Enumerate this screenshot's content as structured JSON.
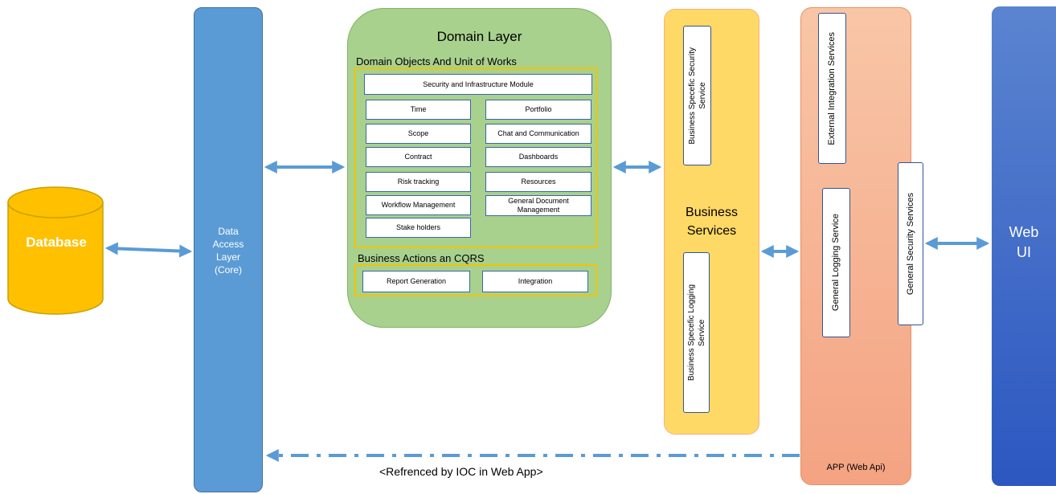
{
  "database": {
    "label": "Database"
  },
  "data_access_layer": {
    "label": "Data\nAccess\nLayer\n(Core)"
  },
  "domain_layer": {
    "title": "Domain Layer",
    "domain_objects": {
      "title": "Domain Objects And Unit of Works",
      "top_module": "Security and Infrastructure Module",
      "left_modules": [
        "Time",
        "Scope",
        "Contract",
        "Risk tracking",
        "Workflow Management",
        "Stake holders"
      ],
      "right_modules": [
        "Portfolio",
        "Chat and Communication",
        "Dashboards",
        "Resources",
        "General Document Management"
      ]
    },
    "business_actions": {
      "title": "Business Actions an CQRS",
      "modules": [
        "Report Generation",
        "Integration"
      ]
    }
  },
  "business_services": {
    "label": "Business\nServices",
    "security_service": "Business Specefic  Security\nService",
    "logging_service": "Business Specefic  Logging\nService"
  },
  "app": {
    "label": "APP (Web Api)",
    "external_integration": "External Integration Services",
    "logging": "General Logging Service",
    "security": "General Security Services"
  },
  "web_ui": {
    "label": "Web\nUI"
  },
  "ioc_note": "<Refrenced by IOC in Web App>",
  "colors": {
    "database": "#ffc000",
    "data_access_layer": "#5b9bd5",
    "domain_layer": "#a9d18e",
    "module_frame": "#f2c400",
    "business_services": "#ffd966",
    "app": "#f4b183",
    "web_ui": "#4472c4",
    "arrow": "#5b9bd5"
  }
}
